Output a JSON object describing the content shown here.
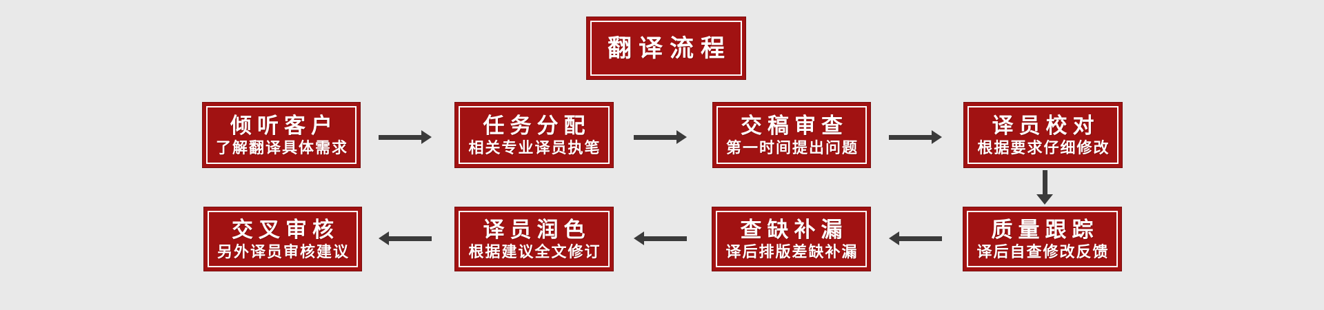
{
  "page": {
    "background_color": "#e9e9e9"
  },
  "colors": {
    "box_fill": "#a11212",
    "box_border": "#7a0c0c",
    "inner_outline": "#fefefe",
    "text": "#ffffff",
    "arrow": "#3b3b3b"
  },
  "title": {
    "label": "翻译流程"
  },
  "flow": {
    "steps": [
      {
        "label": "倾听客户",
        "sublabel": "了解翻译具体需求"
      },
      {
        "label": "任务分配",
        "sublabel": "相关专业译员执笔"
      },
      {
        "label": "交稿审查",
        "sublabel": "第一时间提出问题"
      },
      {
        "label": "译员校对",
        "sublabel": "根据要求仔细修改"
      },
      {
        "label": "质量跟踪",
        "sublabel": "译后自查修改反馈"
      },
      {
        "label": "查缺补漏",
        "sublabel": "译后排版差缺补漏"
      },
      {
        "label": "译员润色",
        "sublabel": "根据建议全文修订"
      },
      {
        "label": "交叉审核",
        "sublabel": "另外译员审核建议"
      }
    ],
    "arrow_directions": [
      "right",
      "right",
      "right",
      "down",
      "left",
      "left",
      "left"
    ]
  }
}
